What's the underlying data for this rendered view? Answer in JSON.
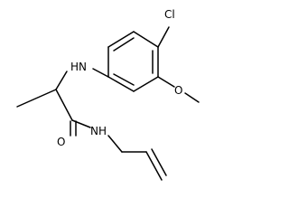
{
  "molecule": {
    "atoms": {
      "cl": "Cl",
      "o_methoxy": "O",
      "nh_amine": "HN",
      "o_carbonyl": "O",
      "nh_amide": "NH"
    }
  },
  "colors": {
    "bond": "#000000",
    "label": "#000000",
    "background": "#ffffff"
  }
}
